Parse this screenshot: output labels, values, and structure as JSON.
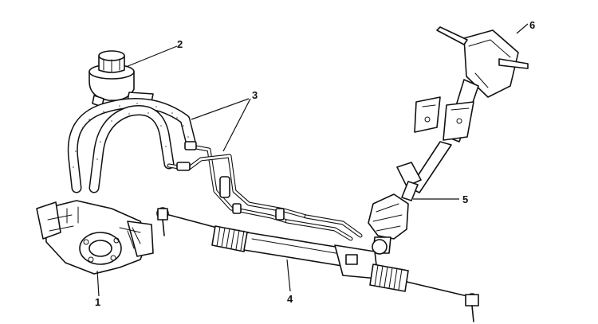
{
  "figure": {
    "callouts": [
      {
        "id": "pump",
        "label": "1"
      },
      {
        "id": "reservoir",
        "label": "2"
      },
      {
        "id": "hoses",
        "label": "3"
      },
      {
        "id": "rack",
        "label": "4"
      },
      {
        "id": "column",
        "label": "5"
      },
      {
        "id": "wheel",
        "label": "6"
      }
    ]
  }
}
